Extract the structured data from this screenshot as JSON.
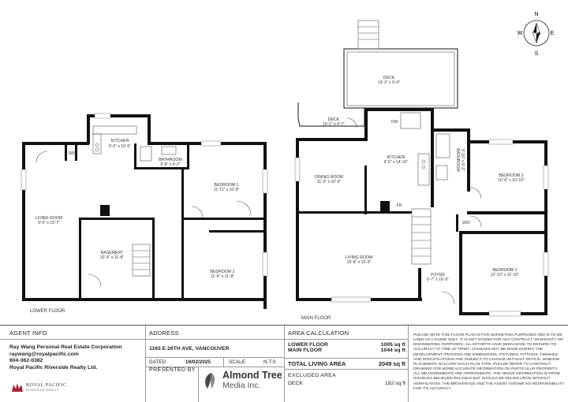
{
  "compass": {
    "n": "N",
    "e": "E",
    "s": "S",
    "w": "W"
  },
  "floors": {
    "lower_label": "LOWER FLOOR",
    "main_label": "MAIN FLOOR"
  },
  "lower_rooms": [
    {
      "id": "kitchen",
      "name": "KITCHEN",
      "dim": "8'-5\" x 10'-5\""
    },
    {
      "id": "bathroom",
      "name": "BATHROOM",
      "dim": "9'-8\" x 4'-2\""
    },
    {
      "id": "bedroom1",
      "name": "BEDROOM 1",
      "dim": "11'-11\" x 10'-8\""
    },
    {
      "id": "living",
      "name": "LIVING ROOM",
      "dim": "9'-0\" x 23'-7\""
    },
    {
      "id": "basement",
      "name": "BASEMENT",
      "dim": "10'-4\" x 11'-8\""
    },
    {
      "id": "bedroom2",
      "name": "BEDROOM 2",
      "dim": "11'-6\" x 11'-8\""
    }
  ],
  "main_rooms": [
    {
      "id": "deck_large",
      "name": "DECK",
      "dim": "13'-3\" x 9'-4\""
    },
    {
      "id": "deck_small",
      "name": "DECK",
      "dim": "10'-1\" x 4'-7\""
    },
    {
      "id": "kitchen",
      "name": "KITCHEN",
      "dim": "9'-5\" x 14'-10\""
    },
    {
      "id": "bathroom",
      "name": "BATHROOM",
      "dim": "5'-10\" x 8'-2\""
    },
    {
      "id": "dining",
      "name": "DINING ROOM",
      "dim": "11'-3\" x 10'-9\""
    },
    {
      "id": "bedroom2",
      "name": "BEDROOM 2",
      "dim": "10'-6\" x 10'-10\""
    },
    {
      "id": "living",
      "name": "LIVING ROOM",
      "dim": "16'-8\" x 12'-9\""
    },
    {
      "id": "foyer",
      "name": "FOYER",
      "dim": "6'-7\" x 16'-9\""
    },
    {
      "id": "bedroom1",
      "name": "BEDROOM 1",
      "dim": "12'-10\" x 11'-10\""
    }
  ],
  "fixtures": {
    "wd": "W/D",
    "dw": "DW",
    "fr": "FR"
  },
  "agent": {
    "header": "AGENT INFO",
    "name": "Ray Wang Personal Real Estate Corporation",
    "email": "raywang@royalpacific.com",
    "phone": "604-362-0382",
    "brokerage": "Royal Pacific Riverside Realty Ltd.",
    "logo_line1": "ROYAL PACIFIC",
    "logo_line2": "RIVERSIDE REALTY"
  },
  "address": {
    "header": "ADDRESS",
    "street": "1165 E 26TH AVE, VANCOUVER",
    "dated_label": "DATED",
    "dated_value": "19/02/2025",
    "scale_label": "SCALE",
    "scale_value": "N.T.S",
    "presented_label": "PRESENTED BY",
    "company_line1": "Almond Tree",
    "company_line2": "Media Inc."
  },
  "area": {
    "header": "AREA CALCULATION",
    "rows": [
      {
        "label": "LOWER FLOOR",
        "value": "1005 sq ft"
      },
      {
        "label": "MAIN FLOOR",
        "value": "1044 sq ft"
      }
    ],
    "total_label": "TOTAL LIVING AREA",
    "total_value": "2049 sq ft",
    "excluded_header": "EXCLUDED AREA",
    "excluded_rows": [
      {
        "label": "DECK",
        "value": "182 sq ft"
      }
    ]
  },
  "disclaimer": "PLEASE NOTE THIS FLOOR PLAN IS FOR MARKETING PURPOSES AND IS TO BE USED AS A GUIDE ONLY. IT IS NOT INTEND FOR ANY CONTRACT, WARRANTY OR ENGINEERING PURPOSES. ALL EFFORTS HAVE BEEN MADE TO ENSURE ITS ACCURACY AT TIME OF PRINT. CHANGES MAY BE MADE DURING THE DEVELOPMENT PROCESS AND DIMENSIONS, FIXTURES, FITTINGS, FINISHES AND SPECIFICATIONS ARE SUBJECT TO CHANGE WITHOUT NOTICE. WINDOW PLACEMENT, BALCONY EACH PLAN TYPE. PLEASE REFER TO CONTRACT DRAWING FOR MORE ACCURATE INFORMATION ON PARTICULAR PROPERTY. ALL MEASUREMENTS ARE APPROXIMATE. THE ABOVE INFORMATION IS FROM SOURCES BELIEVED RELIABLE BUT SHOULD BE RELIED UPON WITHOUT VERIFICATION. THE BROKERAGE AND THE AGENT ASSUME NO RESPONSIBILITY FOR ITS ACCURACY."
}
